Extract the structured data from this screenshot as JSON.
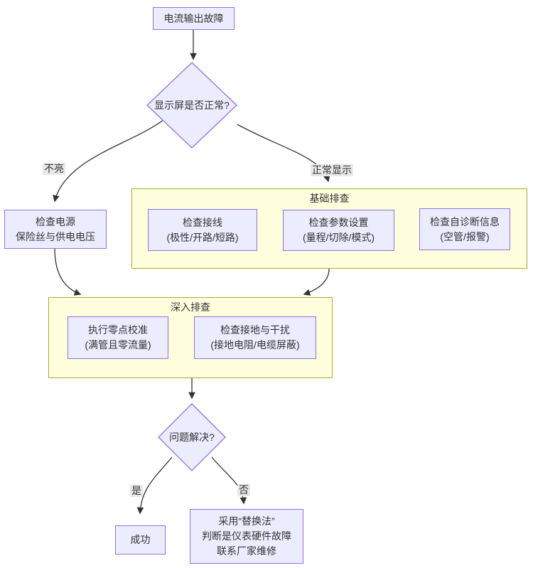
{
  "nodes": {
    "start": {
      "label": "电流输出故障"
    },
    "display_decision": {
      "label": "显示屏是否正常?"
    },
    "check_power": {
      "label": "检查电源\n保险丝与供电电压"
    },
    "check_wiring": {
      "label": "检查接线\n(极性/开路/短路)"
    },
    "check_params": {
      "label": "检查参数设置\n(量程/切除/模式)"
    },
    "check_diagnostics": {
      "label": "检查自诊断信息\n(空管/报警)"
    },
    "zero_calibration": {
      "label": "执行零点校准\n(满管且零流量)"
    },
    "grounding": {
      "label": "检查接地与干扰\n(接地电阻/电缆屏蔽)"
    },
    "solved_decision": {
      "label": "问题解决?"
    },
    "success": {
      "label": "成功"
    },
    "replacement": {
      "label": "采用“替换法”\n判断是仪表硬件故障\n联系厂家维修"
    }
  },
  "groups": {
    "basic": {
      "title": "基础排查"
    },
    "deep": {
      "title": "深入排查"
    }
  },
  "edge_labels": {
    "not_lit": "不亮",
    "normal_display": "正常显示",
    "yes": "是",
    "no": "否"
  },
  "colors": {
    "node_fill": "#ECECFF",
    "node_border": "#9370DB",
    "group_fill": "#FFFFDE",
    "group_border": "#AAAA33",
    "edge": "#333333",
    "edge_label_bg": "#E8E8E8",
    "text": "#333333"
  }
}
